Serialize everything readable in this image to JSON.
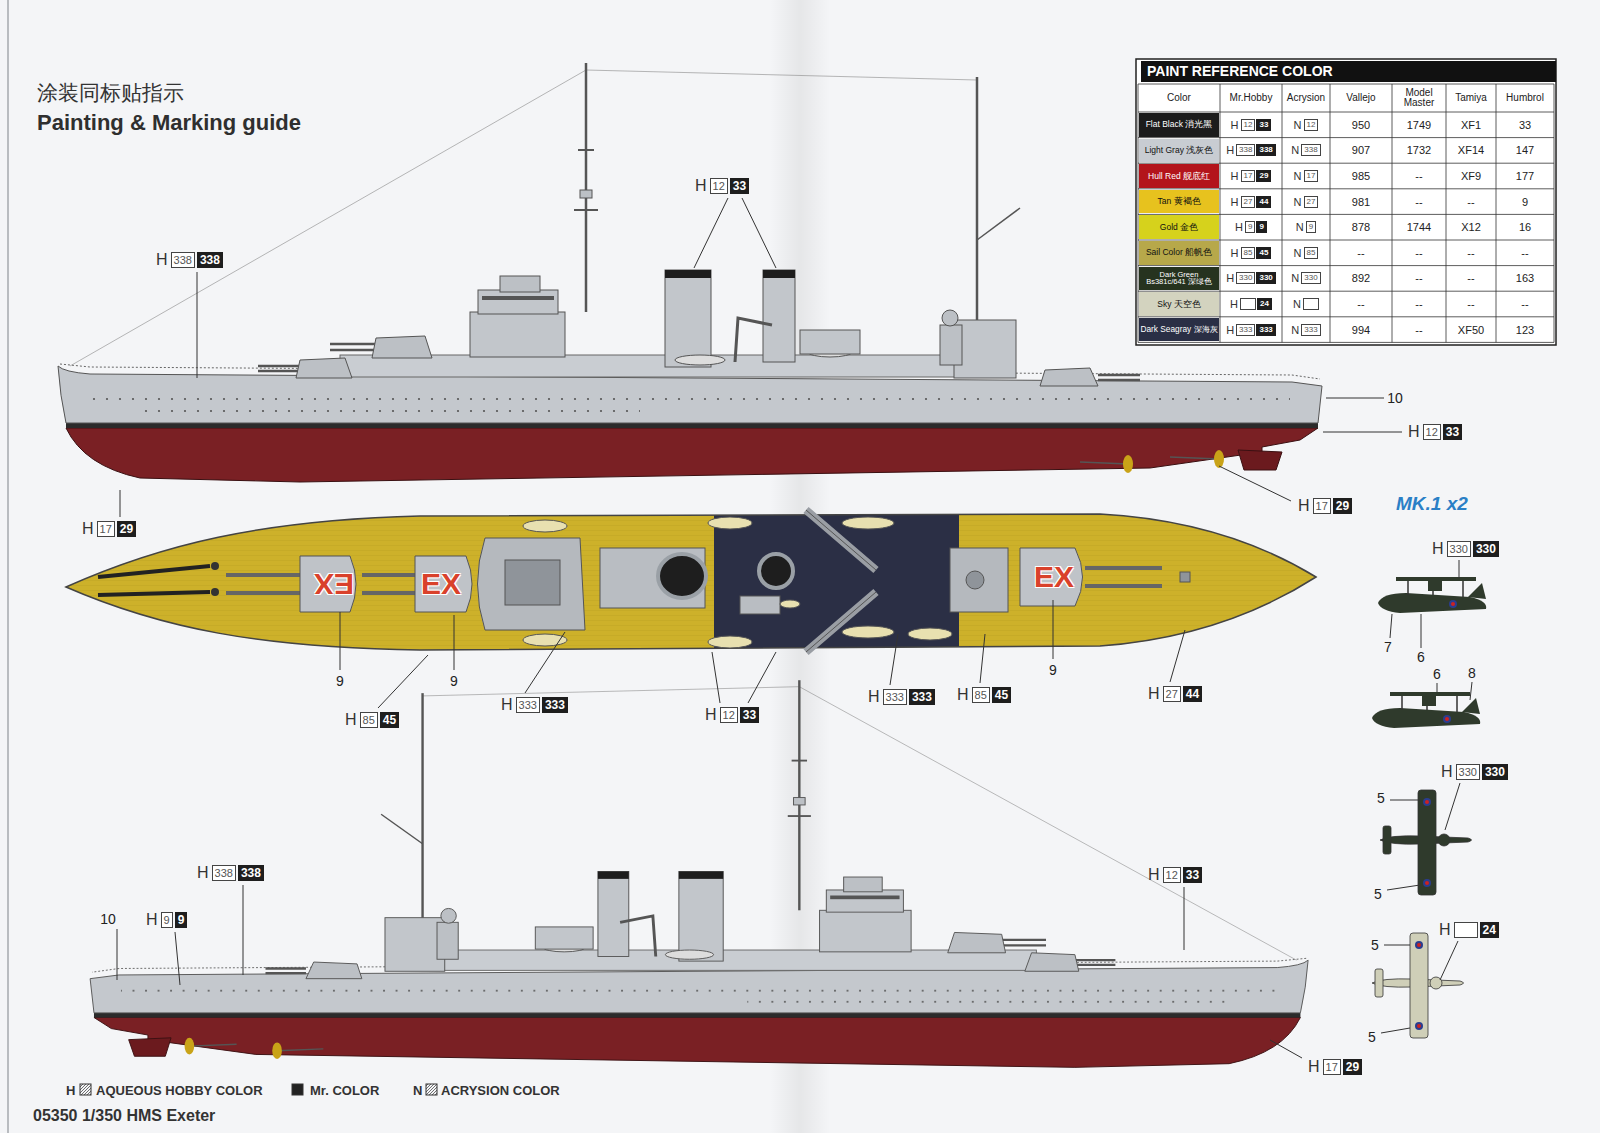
{
  "diagram": {
    "title": "Painting & Marking guide",
    "caption": "05350 1/350 HMS Exeter",
    "labels": [
      "涂装同标贴指示",
      "PAINT REFERENCE COLOR",
      "Color",
      "Mr.Hobby",
      "Acrysion",
      "Vallejo",
      "Model Master",
      "Tamiya",
      "Humbrol",
      "H",
      "12",
      "33",
      "N",
      "12",
      "950",
      "1749",
      "XF1",
      "33",
      "H",
      "338",
      "338",
      "N",
      "338",
      "907",
      "1732",
      "XF14",
      "147",
      "H",
      "17",
      "29",
      "N",
      "17",
      "985",
      "--",
      "XF9",
      "177",
      "H",
      "27",
      "44",
      "N",
      "27",
      "981",
      "--",
      "--",
      "9",
      "H",
      "9",
      "9",
      "N",
      "9",
      "878",
      "1744",
      "X12",
      "16",
      "H",
      "85",
      "45",
      "N",
      "85",
      "--",
      "--",
      "--",
      "--",
      "H",
      "330",
      "330",
      "N",
      "330",
      "892",
      "--",
      "--",
      "163",
      "H",
      "24",
      "N",
      "--",
      "--",
      "--",
      "--",
      "H",
      "333",
      "333",
      "N",
      "333",
      "994",
      "--",
      "XF50",
      "123",
      "H",
      "338",
      "338",
      "H",
      "12",
      "33",
      "10",
      "H",
      "12",
      "33",
      "H",
      "17",
      "29",
      "H",
      "17",
      "29",
      "MK.1 x2",
      "EX",
      "EX",
      "EX",
      "9",
      "9",
      "9",
      "H",
      "85",
      "45",
      "H",
      "333",
      "333",
      "H",
      "12",
      "33",
      "H",
      "333",
      "333",
      "H",
      "85",
      "45",
      "H",
      "27",
      "44",
      "H",
      "338",
      "338",
      "10",
      "H",
      "9",
      "9",
      "H",
      "12",
      "33",
      "H",
      "17",
      "29",
      "H",
      "330",
      "330",
      "7",
      "6",
      "6",
      "8",
      "H",
      "330",
      "330",
      "5",
      "5",
      "H",
      "24",
      "5",
      "5",
      "H",
      "N"
    ],
    "legend": [
      {
        "text": "Flat Black 消光黑",
        "color": "#1c1c1c"
      },
      {
        "text": "Light Gray 浅灰色",
        "color": "#c8ccd2"
      },
      {
        "text": "Hull Red 舰底红",
        "color": "#b3141b"
      },
      {
        "text": "Tan 黄褐色",
        "color": "#e7c21e"
      },
      {
        "text": "Gold 金色",
        "color": "#d6d21c"
      },
      {
        "text": "Sail Color 船帆色",
        "color": "#b7a84a"
      },
      {
        "text": "Dark Green Bs381c/641 深绿色",
        "color": "#26331f"
      },
      {
        "text": "Sky 天空色",
        "color": "#d3d3bf"
      },
      {
        "text": "Dark Seagray 深海灰",
        "color": "#2a2f45"
      },
      {
        "text": "AQUEOUS HOBBY COLOR"
      },
      {
        "text": "Mr. COLOR"
      },
      {
        "text": "ACRYSION COLOR"
      }
    ]
  }
}
